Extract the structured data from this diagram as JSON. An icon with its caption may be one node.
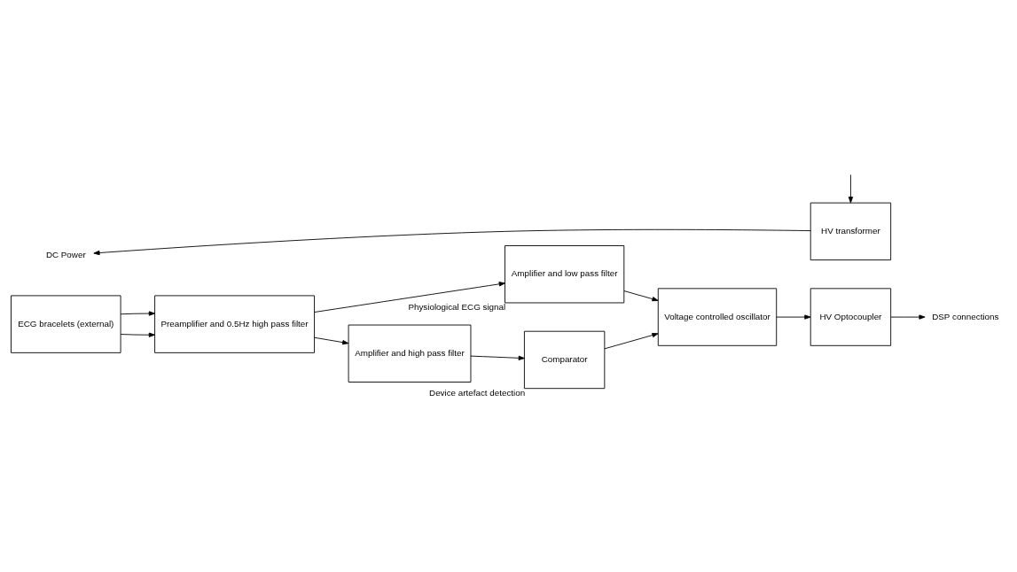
{
  "diagram": {
    "nodes": [
      {
        "text": [
          "ECG bracelets (external)"
        ]
      },
      {
        "text": [
          "Preamplifier and 0.5Hz high pass filter"
        ]
      },
      {
        "text": [
          "Amplifier and low pass filter"
        ],
        "beside": [
          "Physiological ECG signal"
        ]
      },
      {
        "text": [
          "Voltage controlled oscillator"
        ]
      },
      {
        "text": [
          "HV Optocoupler"
        ]
      },
      {
        "text": [
          "HV transformer"
        ]
      },
      {
        "text": [
          "Amplifier and high pass filter"
        ]
      },
      {
        "text": [
          "Comparator"
        ],
        "beside": [
          "Device artefact detection"
        ]
      },
      {
        "text": [
          "DC Power"
        ]
      },
      {
        "text": [
          "DSP connections"
        ]
      }
    ],
    "edges": [
      {
        "from": 0,
        "to": 1,
        "arrow": "to"
      },
      {
        "from": 0,
        "to": 1,
        "arrow": "to"
      },
      {
        "from": 1,
        "to": 2,
        "arrow": "to"
      },
      {
        "from": 1,
        "to": 6,
        "arrow": "to"
      },
      {
        "from": 2,
        "to": 3,
        "arrow": "to"
      },
      {
        "from": 6,
        "to": 7,
        "arrow": "to"
      },
      {
        "from": 7,
        "to": 3,
        "arrow": "to"
      },
      {
        "from": 3,
        "to": 4,
        "arrow": "to"
      },
      {
        "from": 4,
        "to": 9,
        "arrow": "to"
      },
      {
        "from": 5,
        "to": 8,
        "arrow": "to"
      },
      {
        "from": null,
        "to": 5,
        "arrow": "to"
      }
    ]
  }
}
